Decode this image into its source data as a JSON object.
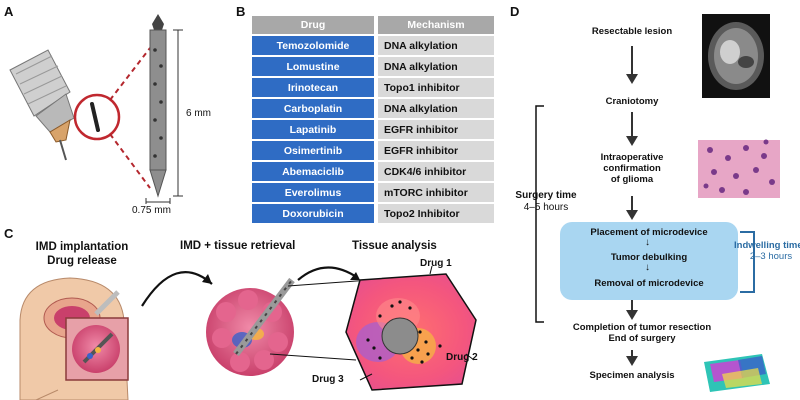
{
  "panels": {
    "a": "A",
    "b": "B",
    "c": "C",
    "d": "D"
  },
  "panel_a": {
    "length_label": "6 mm",
    "width_label": "0.75 mm"
  },
  "panel_b": {
    "headers": [
      "Drug",
      "Mechanism"
    ],
    "rows": [
      {
        "drug": "Temozolomide",
        "mechanism": "DNA alkylation"
      },
      {
        "drug": "Lomustine",
        "mechanism": "DNA alkylation"
      },
      {
        "drug": "Irinotecan",
        "mechanism": "Topo1 inhibitor"
      },
      {
        "drug": "Carboplatin",
        "mechanism": "DNA alkylation"
      },
      {
        "drug": "Lapatinib",
        "mechanism": "EGFR inhibitor"
      },
      {
        "drug": "Osimertinib",
        "mechanism": "EGFR inhibitor"
      },
      {
        "drug": "Abemaciclib",
        "mechanism": "CDK4/6 inhibitor"
      },
      {
        "drug": "Everolimus",
        "mechanism": "mTORC inhibitor"
      },
      {
        "drug": "Doxorubicin",
        "mechanism": "Topo2 Inhibitor"
      }
    ]
  },
  "panel_c": {
    "step1_line1": "IMD implantation",
    "step1_line2": "Drug release",
    "step2": "IMD + tissue retrieval",
    "step3": "Tissue analysis",
    "drug1": "Drug 1",
    "drug2": "Drug 2",
    "drug3": "Drug 3"
  },
  "panel_d": {
    "resectable": "Resectable lesion",
    "craniotomy": "Craniotomy",
    "intraop_1": "Intraoperative",
    "intraop_2": "confirmation",
    "intraop_3": "of glioma",
    "surgery_time": "Surgery time",
    "surgery_hours": "4–5 hours",
    "placement": "Placement of microdevice",
    "debulking": "Tumor debulking",
    "removal": "Removal of microdevice",
    "indwelling_time": "Indwelling time",
    "indwelling_hours": "2–3 hours",
    "completion_1": "Completion of tumor resection",
    "completion_2": "End of surgery",
    "specimen": "Specimen analysis"
  },
  "colors": {
    "table_header": "#a8a8a8",
    "drug_cell": "#2f6cc4",
    "mechanism_cell": "#d9d9d9",
    "workflow_box": "#a9d6f1",
    "indwelling_text": "#2b6ca3",
    "dashed_zoom": "#b4272e"
  }
}
